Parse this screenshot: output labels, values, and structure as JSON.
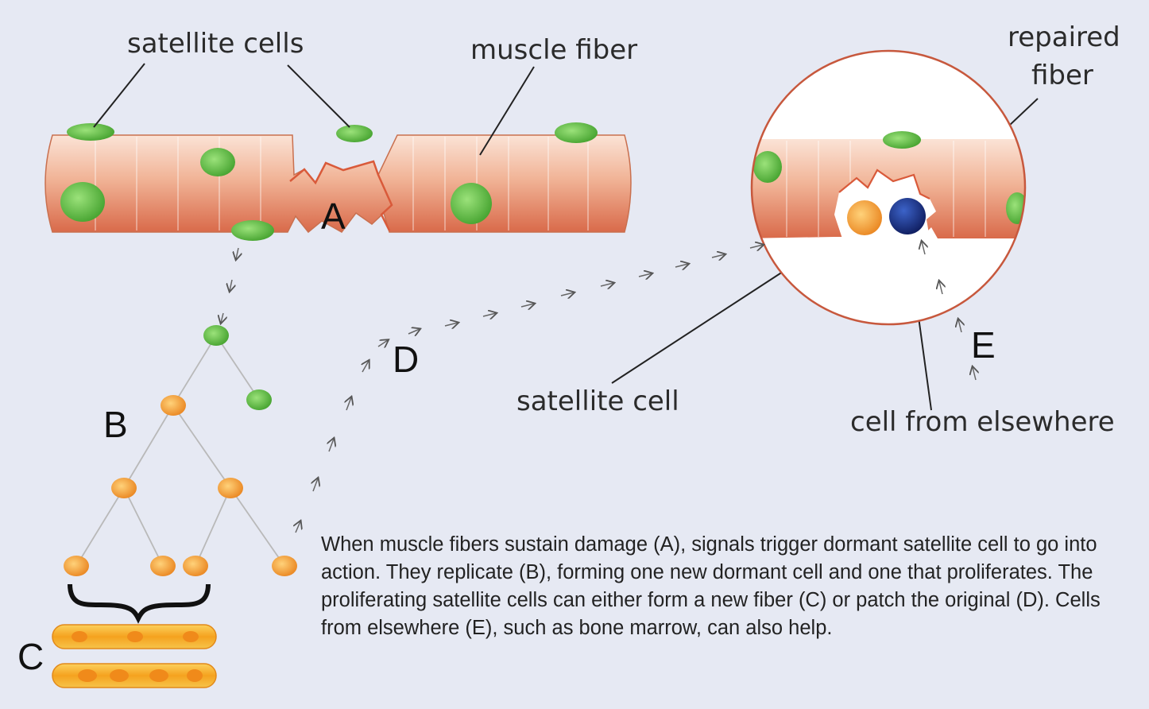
{
  "labels": {
    "satellite_cells": "satellite cells",
    "muscle_fiber": "muscle fiber",
    "repaired_fiber_line1": "repaired",
    "repaired_fiber_line2": "fiber",
    "satellite_cell": "satellite cell",
    "cell_from_elsewhere": "cell from elsewhere"
  },
  "stage_letters": {
    "a": "A",
    "b": "B",
    "c": "C",
    "d": "D",
    "e": "E"
  },
  "caption": "When muscle fibers sustain damage (A), signals trigger dormant satellite cell to go into action. They replicate (B), forming one new dormant cell and one that proliferates. The proliferating satellite cells can either form a new fiber (C) or patch the original (D). Cells from elsewhere (E), such as bone marrow, can also help.",
  "colors": {
    "background": "#e6e9f3",
    "fiber": "#e9957a",
    "satellite_cell_green": "#5cbf3a",
    "proliferating_cell_orange": "#f3961f",
    "outside_cell_blue": "#1c2f8c"
  }
}
